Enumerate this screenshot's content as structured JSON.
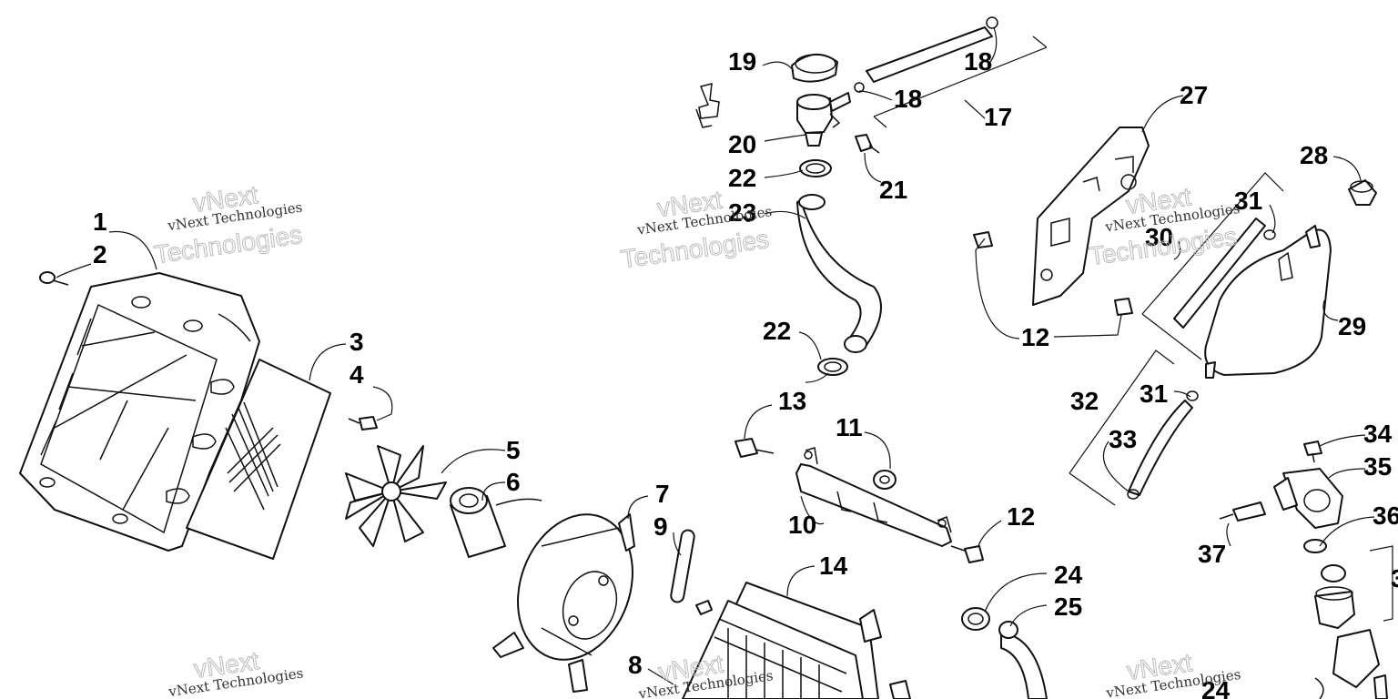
{
  "watermark": {
    "line_small": "vNext Technologies",
    "line_big_1": "vNext",
    "line_big_2": "Technologies"
  },
  "callouts": [
    {
      "id": "c1",
      "text": "1"
    },
    {
      "id": "c2",
      "text": "2"
    },
    {
      "id": "c3",
      "text": "3"
    },
    {
      "id": "c4",
      "text": "4"
    },
    {
      "id": "c5",
      "text": "5"
    },
    {
      "id": "c6",
      "text": "6"
    },
    {
      "id": "c7",
      "text": "7"
    },
    {
      "id": "c8",
      "text": "8"
    },
    {
      "id": "c9",
      "text": "9"
    },
    {
      "id": "c10",
      "text": "10"
    },
    {
      "id": "c11",
      "text": "11"
    },
    {
      "id": "c12a",
      "text": "12"
    },
    {
      "id": "c12b",
      "text": "12"
    },
    {
      "id": "c13",
      "text": "13"
    },
    {
      "id": "c14",
      "text": "14"
    },
    {
      "id": "c17",
      "text": "17"
    },
    {
      "id": "c18a",
      "text": "18"
    },
    {
      "id": "c18b",
      "text": "18"
    },
    {
      "id": "c19",
      "text": "19"
    },
    {
      "id": "c20",
      "text": "20"
    },
    {
      "id": "c21",
      "text": "21"
    },
    {
      "id": "c22a",
      "text": "22"
    },
    {
      "id": "c22b",
      "text": "22"
    },
    {
      "id": "c23",
      "text": "23"
    },
    {
      "id": "c24a",
      "text": "24"
    },
    {
      "id": "c24b",
      "text": "24"
    },
    {
      "id": "c25",
      "text": "25"
    },
    {
      "id": "c27",
      "text": "27"
    },
    {
      "id": "c28",
      "text": "28"
    },
    {
      "id": "c29",
      "text": "29"
    },
    {
      "id": "c30",
      "text": "30"
    },
    {
      "id": "c31a",
      "text": "31"
    },
    {
      "id": "c31b",
      "text": "31"
    },
    {
      "id": "c32",
      "text": "32"
    },
    {
      "id": "c33",
      "text": "33"
    },
    {
      "id": "c34",
      "text": "34"
    },
    {
      "id": "c35",
      "text": "35"
    },
    {
      "id": "c36",
      "text": "36"
    },
    {
      "id": "c37",
      "text": "37"
    },
    {
      "id": "c3x",
      "text": "3"
    }
  ]
}
